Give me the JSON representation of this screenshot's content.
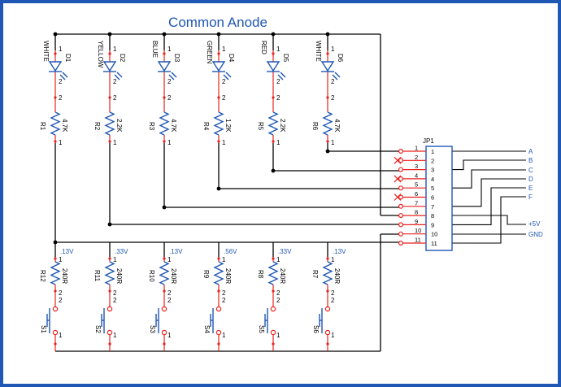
{
  "title": "Common Anode",
  "columns": [
    {
      "led_ref": "D1",
      "led_color": "WHITE",
      "r_top_ref": "R1",
      "r_top_val": "4.7K",
      "voltage": ".13V",
      "r_bot_ref": "R12",
      "r_bot_val": "240R",
      "switch_ref": "S1"
    },
    {
      "led_ref": "D2",
      "led_color": "YELLOW",
      "r_top_ref": "R2",
      "r_top_val": "2.2K",
      "voltage": ".33V",
      "r_bot_ref": "R11",
      "r_bot_val": "240R",
      "switch_ref": "S2"
    },
    {
      "led_ref": "D3",
      "led_color": "BLUE",
      "r_top_ref": "R3",
      "r_top_val": "4.7K",
      "voltage": ".13V",
      "r_bot_ref": "R10",
      "r_bot_val": "240R",
      "switch_ref": "S3"
    },
    {
      "led_ref": "D4",
      "led_color": "GREEN",
      "r_top_ref": "R4",
      "r_top_val": "1.2K",
      "voltage": ".56V",
      "r_bot_ref": "R9",
      "r_bot_val": "240R",
      "switch_ref": "S4"
    },
    {
      "led_ref": "D5",
      "led_color": "RED",
      "r_top_ref": "R5",
      "r_top_val": "2.2K",
      "voltage": ".33V",
      "r_bot_ref": "R8",
      "r_bot_val": "240R",
      "switch_ref": "S5"
    },
    {
      "led_ref": "D6",
      "led_color": "WHITE",
      "r_top_ref": "R6",
      "r_top_val": "4.7K",
      "voltage": ".13V",
      "r_bot_ref": "R7",
      "r_bot_val": "240R",
      "switch_ref": "S6"
    }
  ],
  "pin_numbers": {
    "one": "1",
    "two": "2"
  },
  "connector": {
    "ref": "JP1",
    "pins": [
      "1",
      "2",
      "3",
      "4",
      "5",
      "6",
      "7",
      "8",
      "9",
      "10",
      "11"
    ],
    "outputs": [
      "A",
      "B",
      "C",
      "D",
      "E",
      "F",
      "+5V",
      "GND"
    ]
  },
  "colors": {
    "wire": "#000000",
    "component": "#1f57b4",
    "pin": "#e8211d",
    "border": "#1f57b4"
  }
}
